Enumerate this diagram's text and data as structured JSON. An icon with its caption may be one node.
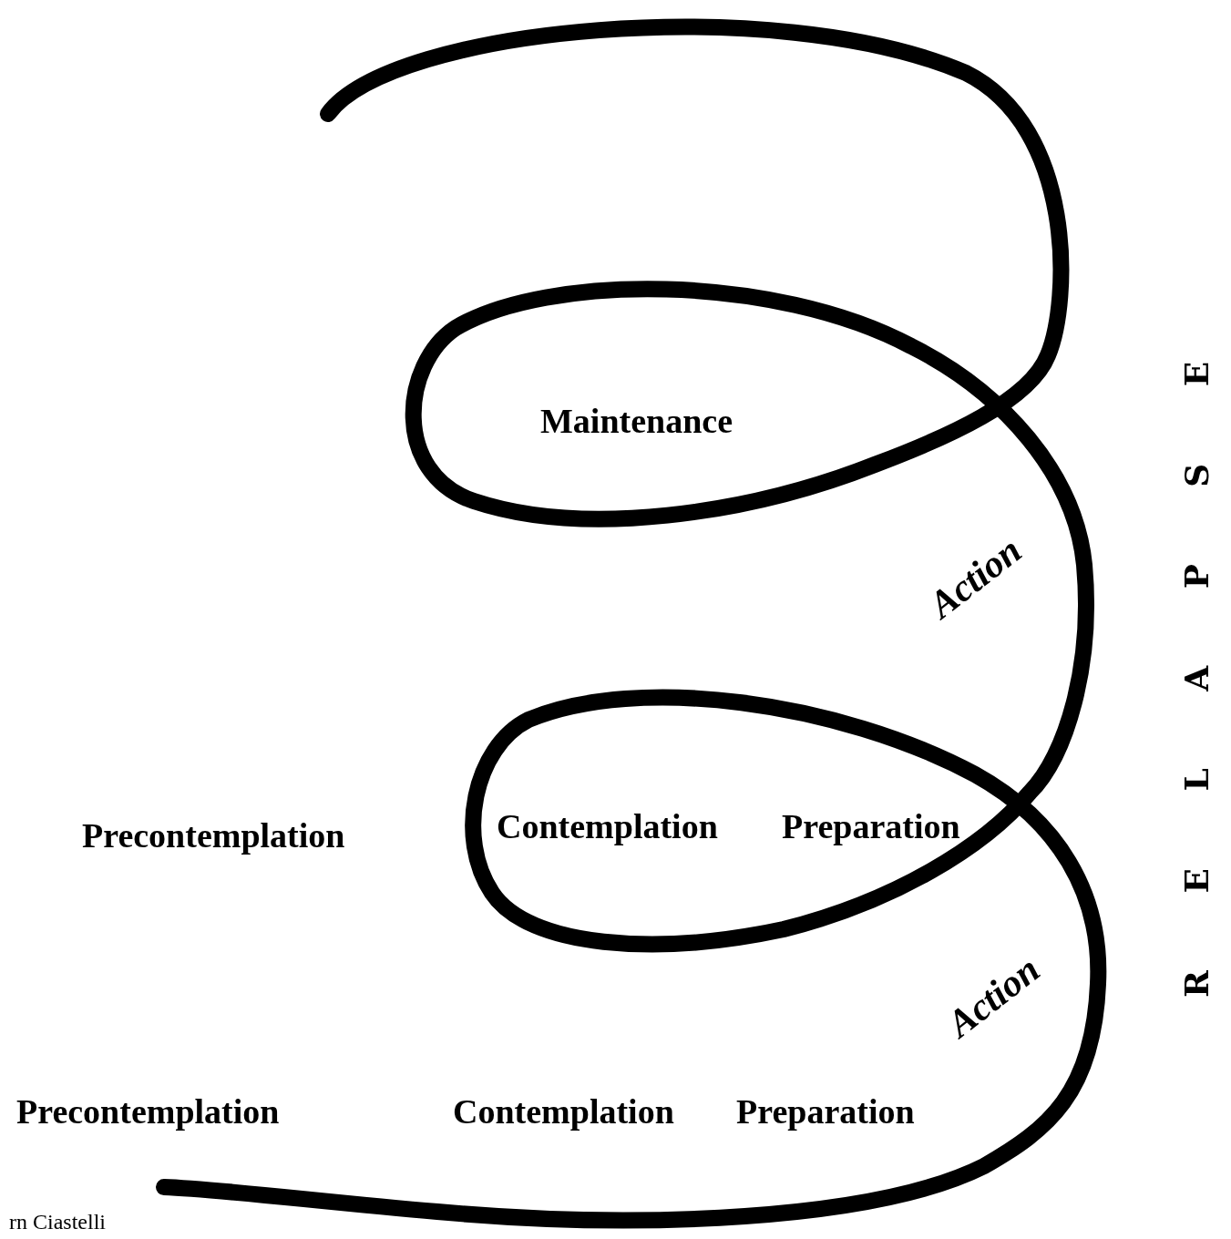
{
  "diagram": {
    "labels": [
      "Maintenance",
      "Action",
      "Precontemplation",
      "Contemplation",
      "Preparation",
      "Action",
      "Precontemplation",
      "Contemplation",
      "Preparation",
      "rn Ciastelli",
      "R E L A P S E"
    ]
  }
}
